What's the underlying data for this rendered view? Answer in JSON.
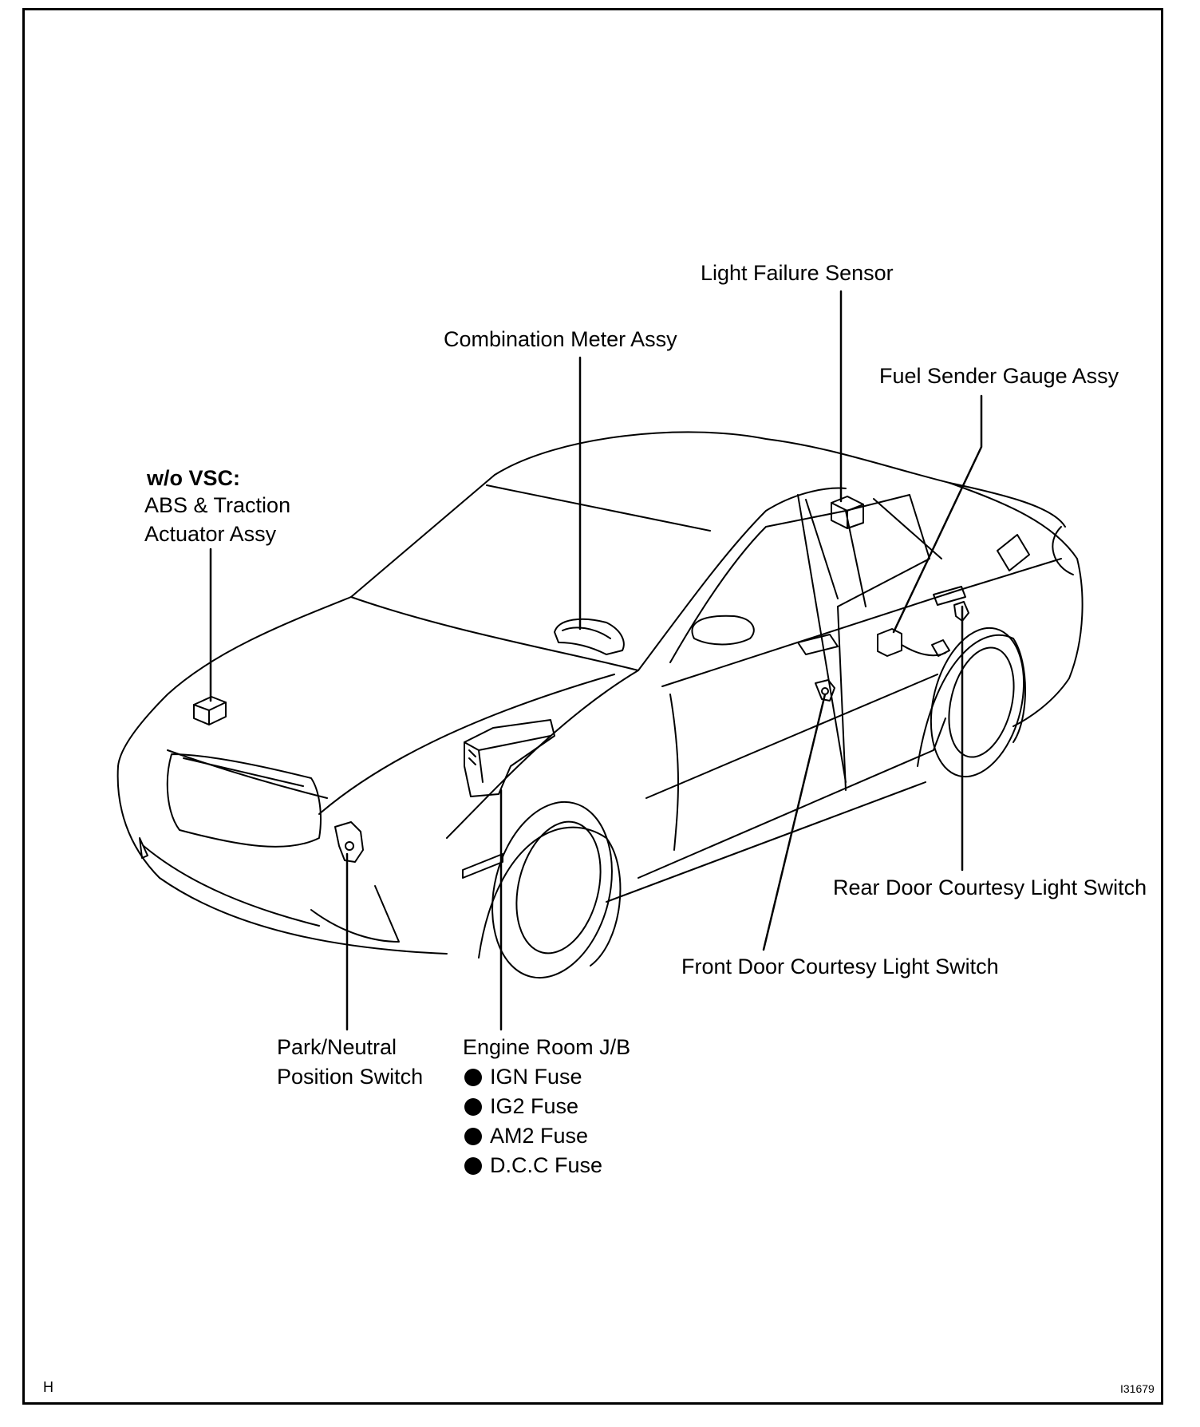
{
  "labels": {
    "light_failure_sensor": "Light Failure Sensor",
    "combination_meter": "Combination Meter Assy",
    "fuel_sender": "Fuel Sender Gauge Assy",
    "abs_heading": "w/o VSC:",
    "abs_line1": "ABS & Traction",
    "abs_line2": "Actuator Assy",
    "rear_door_switch": "Rear Door Courtesy Light Switch",
    "front_door_switch": "Front Door Courtesy Light Switch",
    "park_neutral_line1": "Park/Neutral",
    "park_neutral_line2": "Position Switch",
    "engine_room_jb": "Engine Room J/B"
  },
  "fuses": [
    "IGN Fuse",
    "IG2 Fuse",
    "AM2 Fuse",
    "D.C.C Fuse"
  ],
  "footer": {
    "left": "H",
    "right": "I31679"
  }
}
